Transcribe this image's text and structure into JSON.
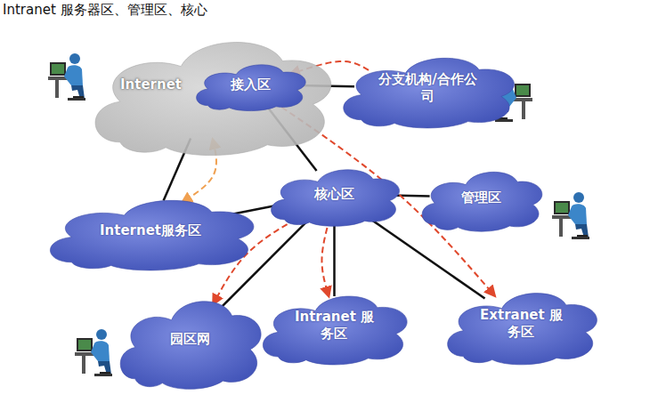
{
  "diagram": {
    "title": "Intranet 服务器区、管理区、核心",
    "nodes": [
      {
        "text": [
          "Internet"
        ]
      },
      {
        "text": [
          "接入区"
        ],
        "in": 0
      },
      {
        "text": [
          "分支机构/合作公司"
        ]
      },
      {
        "text": [
          "核心区"
        ]
      },
      {
        "text": [
          "管理区"
        ]
      },
      {
        "text": [
          "Internet服务区"
        ]
      },
      {
        "text": [
          "园区网"
        ]
      },
      {
        "text": [
          "Intranet 服务区"
        ]
      },
      {
        "text": [
          "Extranet 服务区"
        ]
      }
    ],
    "edges": [
      {
        "from": 1,
        "to": 2,
        "arrow": "none"
      },
      {
        "from": 2,
        "to": 1,
        "arrow": "to"
      },
      {
        "from": 0,
        "to": 5,
        "arrow": "none"
      },
      {
        "from": 0,
        "to": 5,
        "arrow": "both"
      },
      {
        "from": 1,
        "to": 3,
        "arrow": "none"
      },
      {
        "from": 3,
        "to": 4,
        "arrow": "none"
      },
      {
        "from": 3,
        "to": 5,
        "arrow": "none"
      },
      {
        "from": 3,
        "to": 6,
        "arrow": "none"
      },
      {
        "from": 3,
        "to": 7,
        "arrow": "none"
      },
      {
        "from": 3,
        "to": 8,
        "arrow": "none"
      },
      {
        "from": 1,
        "to": 8,
        "arrow": "to"
      },
      {
        "from": 3,
        "to": 6,
        "arrow": "to"
      },
      {
        "from": 3,
        "to": 7,
        "arrow": "to"
      }
    ]
  }
}
